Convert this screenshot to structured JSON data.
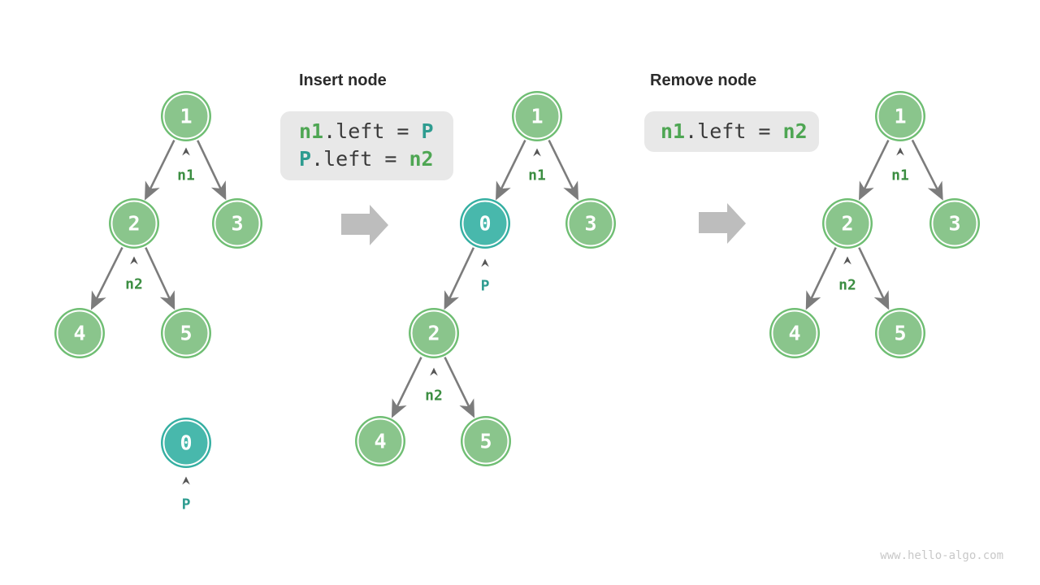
{
  "watermark": "www.hello-algo.com",
  "colors": {
    "node_green_fill": "#8ac58c",
    "node_green_ring": "#6fbe73",
    "node_teal_fill": "#48b8ac",
    "node_teal_ring": "#35afa2",
    "edge_gray": "#7c7c7c",
    "big_arrow_gray": "#bdbdbd",
    "label_green": "#3c8e42",
    "label_teal": "#2e9c90",
    "code_green": "#4ea653",
    "code_teal": "#2e9c90",
    "code_box_bg": "#e8e8e8"
  },
  "sections": {
    "insert": {
      "title": "Insert node",
      "code": {
        "line1": {
          "t0": "n1",
          "t1": ".left = ",
          "t2": "P"
        },
        "line2": {
          "t0": "P",
          "t1": ".left = ",
          "t2": "n2"
        }
      }
    },
    "remove": {
      "title": "Remove node",
      "code": {
        "line1": {
          "t0": "n1",
          "t1": ".left = ",
          "t2": "n2"
        }
      }
    }
  },
  "trees": {
    "before": {
      "n1": "1",
      "n2": "2",
      "n3": "3",
      "n4": "4",
      "n5": "5",
      "floating": "0",
      "label_n1": "n1",
      "label_n2": "n2",
      "label_p": "P"
    },
    "after_insert": {
      "n1": "1",
      "n0": "0",
      "n3": "3",
      "n2": "2",
      "n4": "4",
      "n5": "5",
      "label_n1": "n1",
      "label_p": "P",
      "label_n2": "n2"
    },
    "after_remove": {
      "n1": "1",
      "n2": "2",
      "n3": "3",
      "n4": "4",
      "n5": "5",
      "label_n1": "n1",
      "label_n2": "n2"
    }
  }
}
